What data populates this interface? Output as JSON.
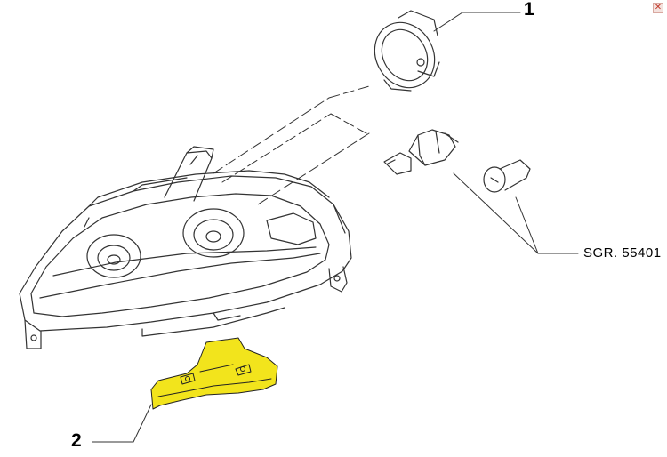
{
  "callouts": {
    "item1": "1",
    "item2": "2",
    "bulb_ref": "SGR. 55401"
  },
  "close_symbol": "✕",
  "colors": {
    "line": "#333333",
    "highlight": "#f2e41c",
    "background": "#ffffff"
  }
}
